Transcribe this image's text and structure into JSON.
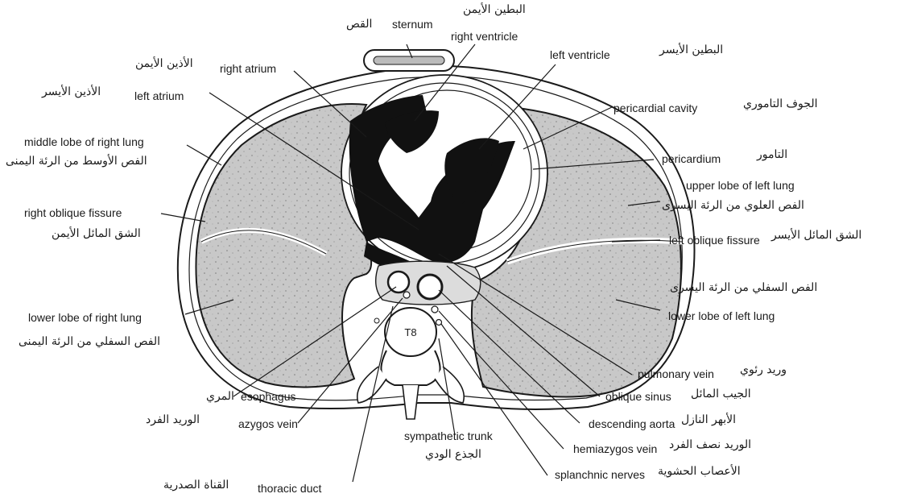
{
  "colors": {
    "ink": "#1a1a1a",
    "lung_fill": "#c8c8c8",
    "heart_fill": "#111111",
    "paper": "#ffffff"
  },
  "labels": {
    "sternum": {
      "en": "sternum",
      "ar": "القص"
    },
    "right_ventricle": {
      "en": "right ventricle",
      "ar": "البطين الأيمن"
    },
    "left_ventricle": {
      "en": "left ventricle",
      "ar": "البطين الأيسر"
    },
    "right_atrium": {
      "en": "right atrium",
      "ar": "الأذين الأيمن"
    },
    "left_atrium": {
      "en": "left atrium",
      "ar": "الأذين الأيسر"
    },
    "pericardial_cavity": {
      "en": "pericardial cavity",
      "ar": "الجوف التاموري"
    },
    "middle_lobe_right_lung": {
      "en": "middle lobe of right lung",
      "ar": "الفص الأوسط من الرئة اليمنى"
    },
    "pericardium": {
      "en": "pericardium",
      "ar": "التامور"
    },
    "upper_lobe_left_lung": {
      "en": "upper lobe of left lung",
      "ar": "الفص العلوي من الرئة اليسرى"
    },
    "right_oblique_fissure": {
      "en": "right oblique fissure",
      "ar": "الشق المائل الأيمن"
    },
    "left_oblique_fissure": {
      "en": "left oblique fissure",
      "ar": "الشق المائل الأيسر"
    },
    "lower_lobe_left_lung": {
      "en": "lower lobe of left lung",
      "ar": "الفص السفلي من الرئة اليسرى"
    },
    "lower_lobe_right_lung": {
      "en": "lower lobe of right lung",
      "ar": "الفص السفلي من الرئة اليمنى"
    },
    "pulmonary_vein": {
      "en": "pulmonary vein",
      "ar": "وريد رئوي"
    },
    "oblique_sinus": {
      "en": "oblique sinus",
      "ar": "الجيب المائل"
    },
    "esophagus": {
      "en": "esophagus",
      "ar": "المري"
    },
    "descending_aorta": {
      "en": "descending aorta",
      "ar": "الأبهر النازل"
    },
    "azygos_vein": {
      "en": "azygos vein",
      "ar": "الوريد الفرد"
    },
    "sympathetic_trunk": {
      "en": "sympathetic trunk",
      "ar": "الجذع الودي"
    },
    "hemiazygos_vein": {
      "en": "hemiazygos vein",
      "ar": "الوريد نصف الفرد"
    },
    "splanchnic_nerves": {
      "en": "splanchnic nerves",
      "ar": "الأعصاب الحشوية"
    },
    "thoracic_duct": {
      "en": "thoracic duct",
      "ar": "القناة الصدرية"
    },
    "vertebra": "T8"
  }
}
